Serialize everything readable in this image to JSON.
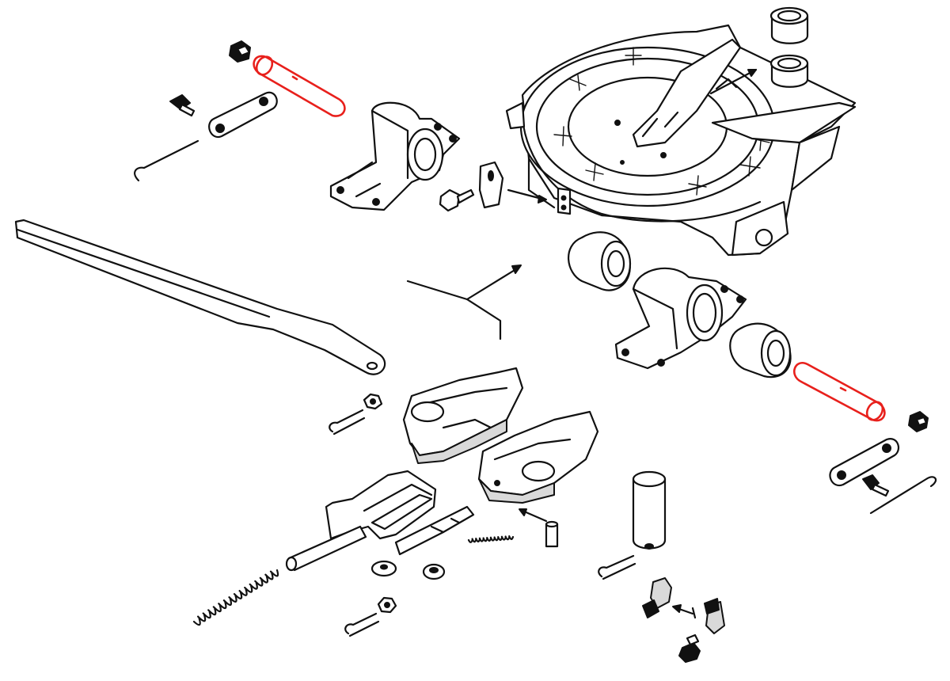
{
  "colors": {
    "line": "#111111",
    "background": "#ffffff",
    "highlight": "#e8201c"
  },
  "diagram": {
    "type": "exploded-parts-view",
    "highlighted_parts": [
      "pin-upper",
      "pin-lower"
    ]
  }
}
